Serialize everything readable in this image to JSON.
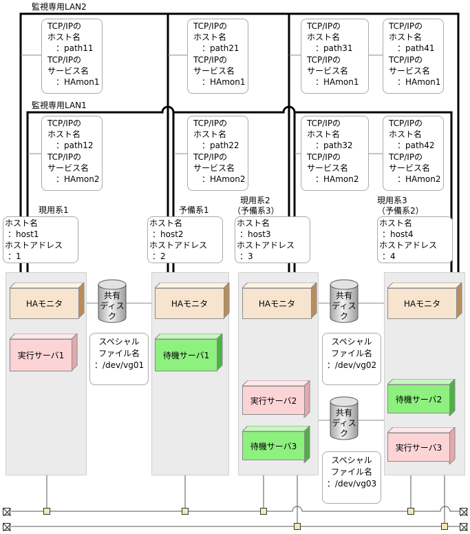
{
  "lan_labels": {
    "lan2": "監視専用LAN2",
    "lan1": "監視専用LAN1"
  },
  "tcp_config": {
    "path11": [
      "TCP/IPの",
      "ホスト名",
      "：path11",
      "TCP/IPの",
      "サービス名",
      "：HAmon1"
    ],
    "path21": [
      "TCP/IPの",
      "ホスト名",
      "：path21",
      "TCP/IPの",
      "サービス名",
      "：HAmon1"
    ],
    "path31": [
      "TCP/IPの",
      "ホスト名",
      "：path31",
      "TCP/IPの",
      "サービス名",
      "：HAmon1"
    ],
    "path41": [
      "TCP/IPの",
      "ホスト名",
      "：path41",
      "TCP/IPの",
      "サービス名",
      "：HAmon1"
    ],
    "path12": [
      "TCP/IPの",
      "ホスト名",
      "：path12",
      "TCP/IPの",
      "サービス名",
      "：HAmon2"
    ],
    "path22": [
      "TCP/IPの",
      "ホスト名",
      "：path22",
      "TCP/IPの",
      "サービス名",
      "：HAmon2"
    ],
    "path32": [
      "TCP/IPの",
      "ホスト名",
      "：path32",
      "TCP/IPの",
      "サービス名",
      "：HAmon2"
    ],
    "path42": [
      "TCP/IPの",
      "ホスト名",
      "：path42",
      "TCP/IPの",
      "サービス名",
      "：HAmon2"
    ]
  },
  "nodes": [
    {
      "role": [
        "現用系1"
      ],
      "host": [
        "ホスト名",
        "：host1",
        "ホストアドレス",
        "：1"
      ]
    },
    {
      "role": [
        "予備系1"
      ],
      "host": [
        "ホスト名",
        "：host2",
        "ホストアドレス",
        "：2"
      ]
    },
    {
      "role": [
        "現用系2",
        "（予備系3）"
      ],
      "host": [
        "ホスト名",
        "：host3",
        "ホストアドレス",
        "：3"
      ]
    },
    {
      "role": [
        "現用系3",
        "（予備系2）"
      ],
      "host": [
        "ホスト名",
        "：host4",
        "ホストアドレス",
        "：4"
      ]
    }
  ],
  "ha_monitor_label": "HAモニタ",
  "servers": {
    "exec1": "実行サーバ1",
    "standby1": "待機サーバ1",
    "exec2": "実行サーバ2",
    "standby3": "待機サーバ3",
    "standby2": "待機サーバ2",
    "exec3": "実行サーバ3"
  },
  "disks": {
    "label": [
      "共有",
      "ディスク"
    ]
  },
  "special_files": {
    "vg01": [
      "スペシャル",
      "ファイル名",
      "：/dev/vg01"
    ],
    "vg02": [
      "スペシャル",
      "ファイル名",
      "：/dev/vg02"
    ],
    "vg03": [
      "スペシャル",
      "ファイル名",
      "：/dev/vg03"
    ]
  },
  "colors": {
    "ha_monitor": "#f7e4cf",
    "exec_server": "#fcd4d6",
    "standby_server": "#8ef07f",
    "panel": "#ebebeb",
    "port": "#f3e8b8"
  }
}
